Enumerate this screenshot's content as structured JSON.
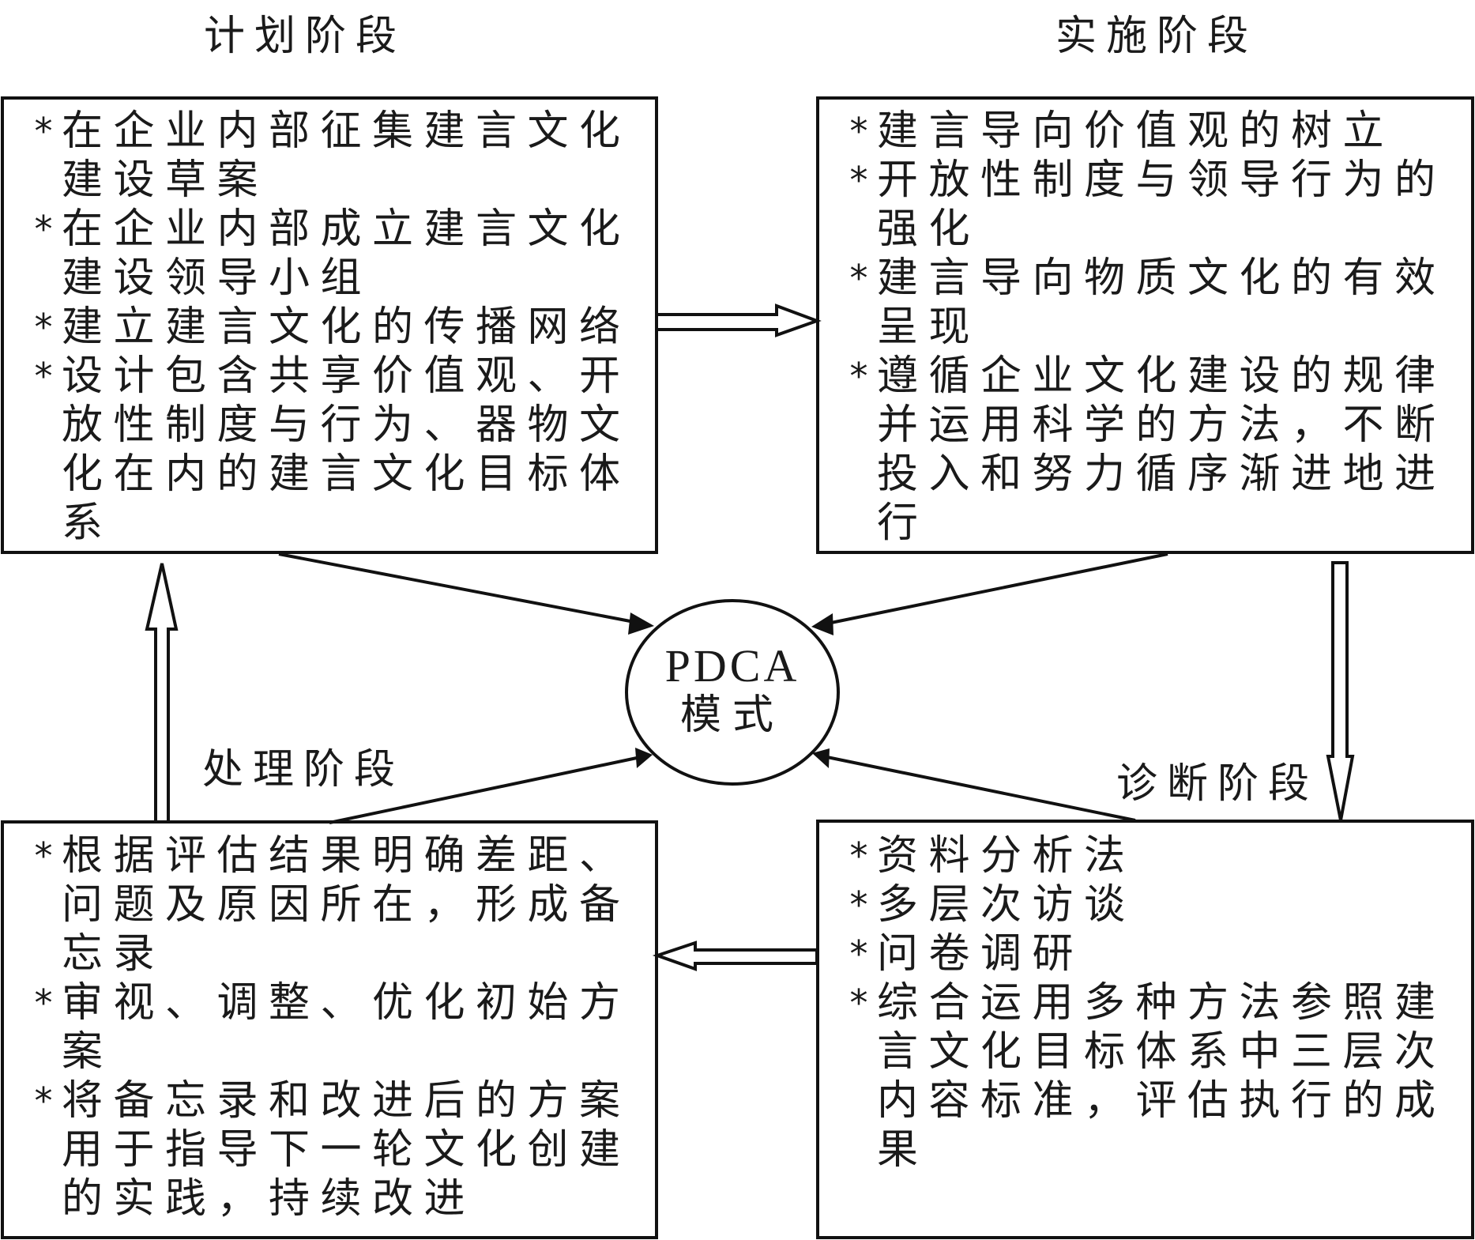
{
  "diagram": {
    "center": {
      "label_en": "PDCA",
      "label_zh": "模式"
    },
    "stages": {
      "plan": {
        "title": "计划阶段",
        "bullet": "*",
        "items": [
          {
            "lines": [
              "在企业内部征集建言文化",
              "建设草案"
            ]
          },
          {
            "lines": [
              "在企业内部成立建言文化",
              "建设领导小组"
            ]
          },
          {
            "lines": [
              "建立建言文化的传播网络"
            ]
          },
          {
            "lines": [
              "设计包含共享价值观、开",
              "放性制度与行为、器物文",
              "化在内的建言文化目标体",
              "系"
            ]
          }
        ]
      },
      "do": {
        "title": "实施阶段",
        "bullet": "*",
        "items": [
          {
            "lines": [
              "建言导向价值观的树立"
            ]
          },
          {
            "lines": [
              "开放性制度与领导行为的",
              "强化"
            ]
          },
          {
            "lines": [
              "建言导向物质文化的有效",
              "呈现"
            ]
          },
          {
            "lines": [
              "遵循企业文化建设的规律",
              "并运用科学的方法，不断",
              "投入和努力循序渐进地进",
              "行"
            ]
          }
        ]
      },
      "check": {
        "title": "诊断阶段",
        "bullet": "*",
        "items": [
          {
            "lines": [
              "资料分析法"
            ]
          },
          {
            "lines": [
              "多层次访谈"
            ]
          },
          {
            "lines": [
              "问卷调研"
            ]
          },
          {
            "lines": [
              "综合运用多种方法参照建",
              "言文化目标体系中三层次",
              "内容标准，评估执行的成",
              "果"
            ]
          }
        ]
      },
      "act": {
        "title": "处理阶段",
        "bullet": "*",
        "items": [
          {
            "lines": [
              "根据评估结果明确差距、",
              "问题及原因所在，形成备",
              "忘录"
            ]
          },
          {
            "lines": [
              "审视、调整、优化初始方",
              "案"
            ]
          },
          {
            "lines": [
              "将备忘录和改进后的方案",
              "用于指导下一轮文化创建",
              "的实践，持续改进"
            ]
          }
        ]
      }
    },
    "flow": [
      {
        "from": "plan",
        "to": "do",
        "style": "hollow-arrow"
      },
      {
        "from": "do",
        "to": "check",
        "style": "hollow-arrow"
      },
      {
        "from": "check",
        "to": "act",
        "style": "hollow-arrow"
      },
      {
        "from": "act",
        "to": "plan",
        "style": "hollow-arrow"
      },
      {
        "from": "plan",
        "to": "center",
        "style": "line-arrow"
      },
      {
        "from": "do",
        "to": "center",
        "style": "line-arrow"
      },
      {
        "from": "check",
        "to": "center",
        "style": "line-arrow"
      },
      {
        "from": "act",
        "to": "center",
        "style": "line-arrow"
      }
    ],
    "colors": {
      "stroke": "#111111",
      "background": "#ffffff"
    }
  }
}
